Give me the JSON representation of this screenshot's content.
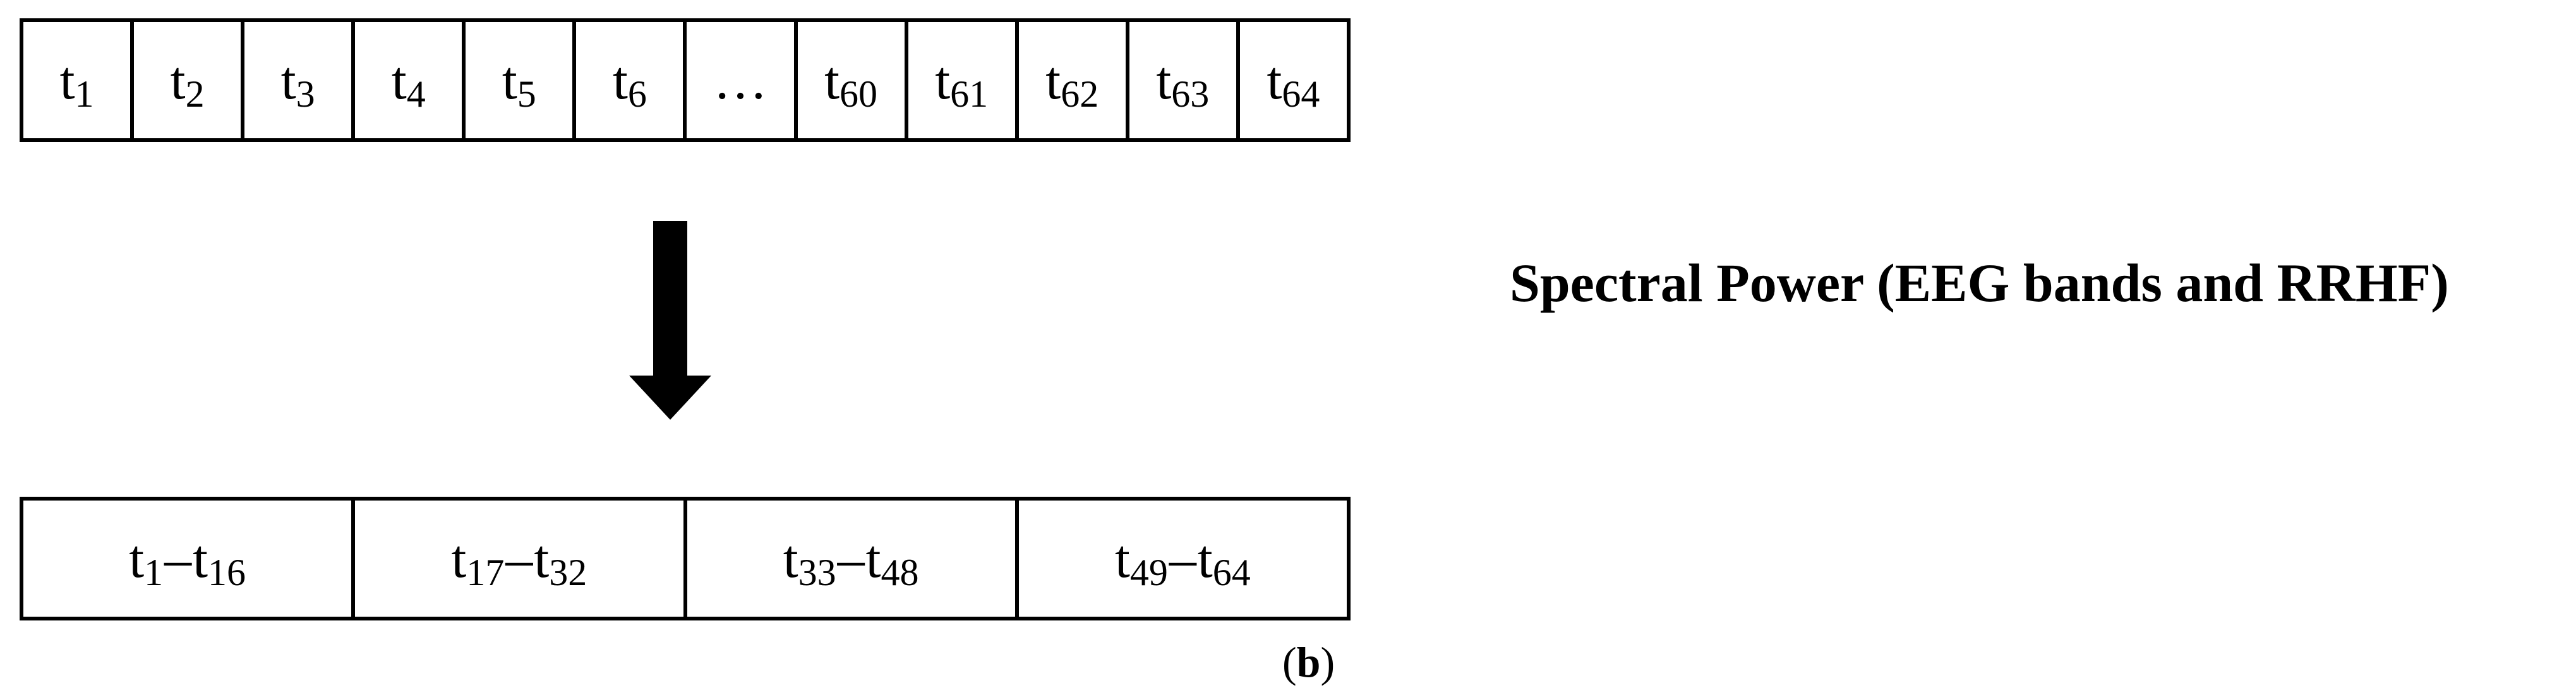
{
  "top_row": {
    "cells": [
      {
        "base": "t",
        "sub": "1"
      },
      {
        "base": "t",
        "sub": "2"
      },
      {
        "base": "t",
        "sub": "3"
      },
      {
        "base": "t",
        "sub": "4"
      },
      {
        "base": "t",
        "sub": "5"
      },
      {
        "base": "t",
        "sub": "6"
      },
      {
        "base": "…",
        "sub": ""
      },
      {
        "base": "t",
        "sub": "60"
      },
      {
        "base": "t",
        "sub": "61"
      },
      {
        "base": "t",
        "sub": "62"
      },
      {
        "base": "t",
        "sub": "63"
      },
      {
        "base": "t",
        "sub": "64"
      }
    ]
  },
  "bottom_row": {
    "cells": [
      {
        "a_base": "t",
        "a_sub": "1",
        "dash": "–",
        "b_base": "t",
        "b_sub": "16"
      },
      {
        "a_base": "t",
        "a_sub": "17",
        "dash": "–",
        "b_base": "t",
        "b_sub": "32"
      },
      {
        "a_base": "t",
        "a_sub": "33",
        "dash": "–",
        "b_base": "t",
        "b_sub": "48"
      },
      {
        "a_base": "t",
        "a_sub": "49",
        "dash": "–",
        "b_base": "t",
        "b_sub": "64"
      }
    ]
  },
  "side_title": "Spectral Power (EEG bands and RRHF)",
  "panel_label": {
    "open": "(",
    "letter": "b",
    "close": ")"
  },
  "colors": {
    "stroke": "#000000",
    "background": "#ffffff"
  },
  "icons": {
    "arrow": "down-arrow-icon"
  }
}
